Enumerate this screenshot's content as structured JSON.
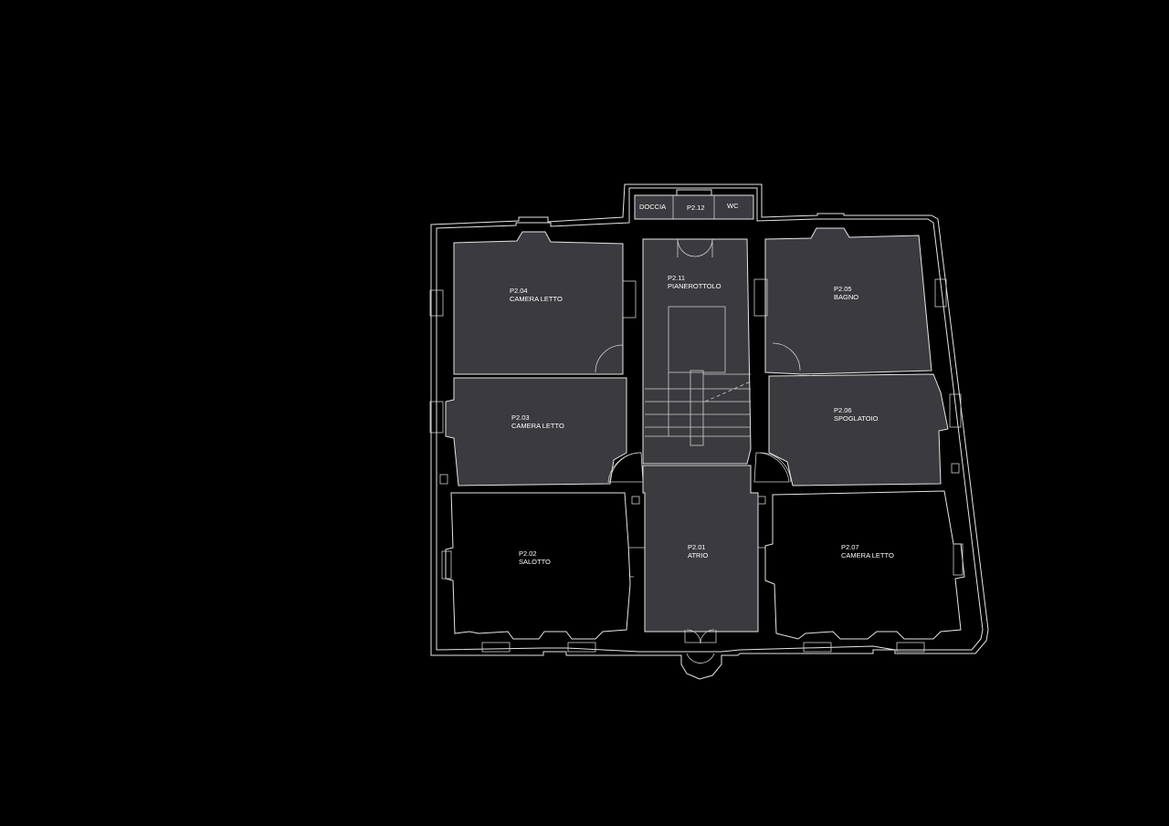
{
  "rooms": [
    {
      "id": "p2-12",
      "code": "P2.12",
      "name": ""
    },
    {
      "id": "p2-11",
      "code": "P2.11",
      "name": "PIANEROTTOLO"
    },
    {
      "id": "p2-04",
      "code": "P2.04",
      "name": "CAMERA LETTO"
    },
    {
      "id": "p2-05",
      "code": "P2.05",
      "name": "BAGNO"
    },
    {
      "id": "p2-03",
      "code": "P2.03",
      "name": "CAMERA LETTO"
    },
    {
      "id": "p2-06",
      "code": "P2.06",
      "name": "SPOGLATOIO"
    },
    {
      "id": "p2-02",
      "code": "P2.02",
      "name": "SALOTTO"
    },
    {
      "id": "p2-01",
      "code": "P2.01",
      "name": "ATRIO"
    },
    {
      "id": "p2-07",
      "code": "P2.07",
      "name": "CAMERA LETTO"
    }
  ],
  "sub_labels": {
    "doccia": "DOCCIA",
    "wc": "WC"
  }
}
